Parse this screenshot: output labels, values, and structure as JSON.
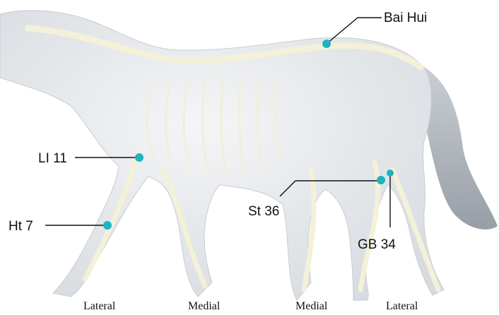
{
  "colors": {
    "background": "#ffffff",
    "point": "#1fb3c0",
    "leader_line": "#111111",
    "horse_body": "#e8ebee",
    "skeleton": "#f6f3dc",
    "label_text": "#111111"
  },
  "points": [
    {
      "id": "bai-hui",
      "label": "Bai Hui"
    },
    {
      "id": "li-11",
      "label": "LI 11"
    },
    {
      "id": "st-36",
      "label": "St 36"
    },
    {
      "id": "gb-34",
      "label": "GB 34"
    },
    {
      "id": "ht-7",
      "label": "Ht 7"
    }
  ],
  "leg_labels": [
    "Lateral",
    "Medial",
    "Medial",
    "Lateral"
  ]
}
